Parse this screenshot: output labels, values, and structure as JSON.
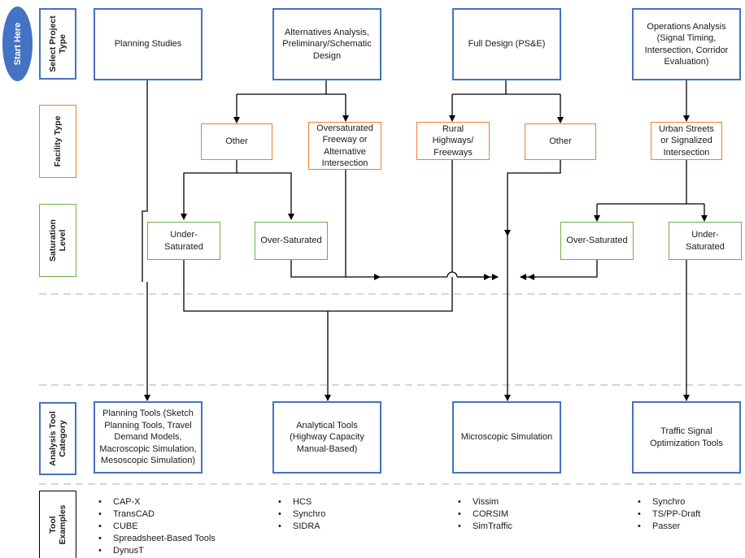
{
  "start_label": "Start Here",
  "row_labels": {
    "project_type": "Select Project\nType",
    "facility_type": "Facility Type",
    "saturation_level": "Saturation\nLevel",
    "analysis_tool_category": "Analysis Tool\nCategory",
    "tool_examples": "Tool\nExamples"
  },
  "project_types": {
    "planning": "Planning Studies",
    "alternatives": "Alternatives Analysis, Preliminary/Schematic Design",
    "full_design": "Full Design (PS&E)",
    "operations": "Operations Analysis (Signal Timing, Intersection, Corridor Evaluation)"
  },
  "facility_types": {
    "other_left": "Other",
    "oversaturated_freeway": "Oversaturated Freeway or Alternative Intersection",
    "rural_highways": "Rural Highways/ Freeways",
    "other_right": "Other",
    "urban_streets": "Urban Streets or Signalized Intersection"
  },
  "saturation_levels": {
    "under_left": "Under-Saturated",
    "over_left": "Over-Saturated",
    "over_right": "Over-Saturated",
    "under_right": "Under-Saturated"
  },
  "tool_categories": {
    "planning_tools": "Planning Tools (Sketch Planning Tools, Travel Demand Models, Macroscopic Simulation, Mesoscopic Simulation)",
    "analytical_tools": "Analytical Tools (Highway Capacity Manual-Based)",
    "microscopic": "Microscopic Simulation",
    "signal_optimization": "Traffic Signal Optimization Tools"
  },
  "tool_examples": {
    "planning": [
      "CAP-X",
      "TransCAD",
      "CUBE",
      "Spreadsheet-Based Tools",
      "DynusT"
    ],
    "analytical": [
      "HCS",
      "Synchro",
      "SIDRA"
    ],
    "microscopic": [
      "Vissim",
      "CORSIM",
      "SimTraffic"
    ],
    "signal": [
      "Synchro",
      "TS/PP-Draft",
      "Passer"
    ]
  },
  "colors": {
    "primary_border": "#4472c4",
    "facility_border": "#ed7d31",
    "saturation_border": "#70ad47",
    "connector": "#000000",
    "separator": "#bfbfbf"
  }
}
